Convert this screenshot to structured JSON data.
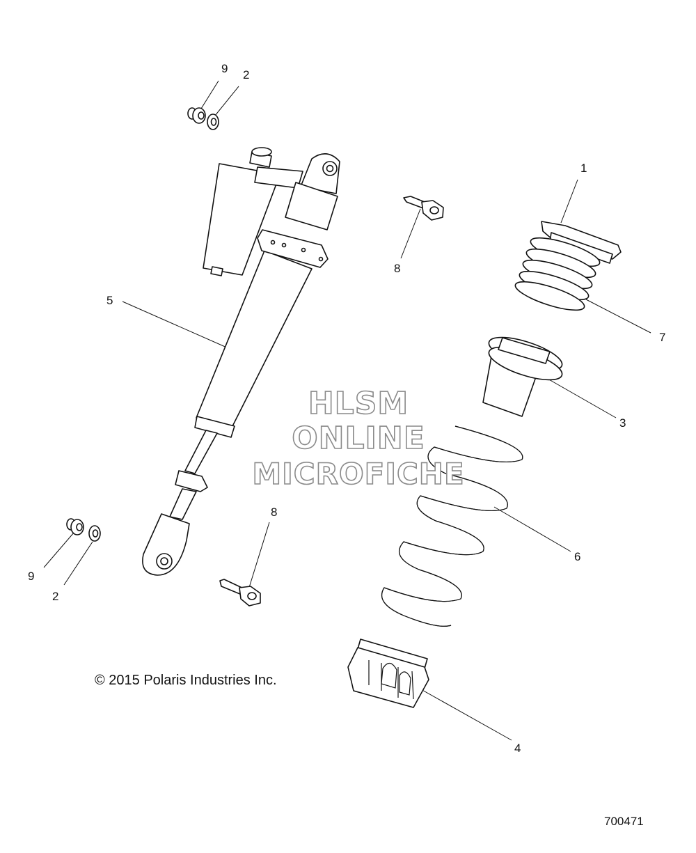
{
  "callouts": [
    "9",
    "2",
    "1",
    "8",
    "5",
    "7",
    "3",
    "6",
    "8",
    "9",
    "2",
    "4"
  ],
  "watermark": [
    "HLSM",
    "ONLINE",
    "MICROFICHE"
  ],
  "copyright": "© 2015 Polaris Industries Inc.",
  "drawing_number": "700471"
}
